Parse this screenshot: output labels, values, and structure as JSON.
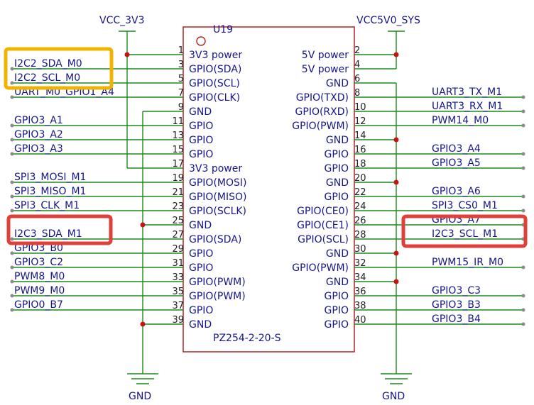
{
  "component": {
    "ref": "U19",
    "part": "PZ254-2-20-S"
  },
  "colors": {
    "wire": "#1c8a1c",
    "body": "#b02424",
    "text": "#16168a",
    "pin_number": "#222222",
    "junction": "#c41414",
    "highlight_orange": "#f0b400",
    "highlight_red": "#e0403a"
  },
  "power": {
    "vcc3v3": "VCC_3V3",
    "vcc5v0": "VCC5V0_SYS",
    "gnd_left": "GND",
    "gnd_right": "GND"
  },
  "left_pins": [
    {
      "num": "1",
      "name": "3V3 power",
      "net": ""
    },
    {
      "num": "3",
      "name": "GPIO(SDA)",
      "net": "I2C2_SDA_M0"
    },
    {
      "num": "5",
      "name": "GPIO(SCL)",
      "net": "I2C2_SCL_M0"
    },
    {
      "num": "7",
      "name": "GPIO(CLK)",
      "net": "UART_M0_GPIO1_A4"
    },
    {
      "num": "9",
      "name": "GND",
      "net": ""
    },
    {
      "num": "11",
      "name": "GPIO",
      "net": "GPIO3_A1"
    },
    {
      "num": "13",
      "name": "GPIO",
      "net": "GPIO3_A2"
    },
    {
      "num": "15",
      "name": "GPIO",
      "net": "GPIO3_A3"
    },
    {
      "num": "17",
      "name": "3V3 power",
      "net": ""
    },
    {
      "num": "19",
      "name": "GPIO(MOSI)",
      "net": "SPI3_MOSI_M1"
    },
    {
      "num": "21",
      "name": "GPIO(MISO)",
      "net": "SPI3_MISO_M1"
    },
    {
      "num": "23",
      "name": "GPIO(SCLK)",
      "net": "SPI3_CLK_M1"
    },
    {
      "num": "25",
      "name": "GND",
      "net": ""
    },
    {
      "num": "27",
      "name": "GPIO(SDA)",
      "net": "I2C3_SDA_M1"
    },
    {
      "num": "29",
      "name": "GPIO",
      "net": "GPIO3_B0"
    },
    {
      "num": "31",
      "name": "GPIO",
      "net": "GPIO3_C2"
    },
    {
      "num": "33",
      "name": "GPIO(PWM)",
      "net": "PWM8_M0"
    },
    {
      "num": "35",
      "name": "GPIO(PWM)",
      "net": "PWM9_M0"
    },
    {
      "num": "37",
      "name": "GPIO",
      "net": "GPIO0_B7"
    },
    {
      "num": "39",
      "name": "GND",
      "net": ""
    }
  ],
  "right_pins": [
    {
      "num": "2",
      "name": "5V power",
      "net": ""
    },
    {
      "num": "4",
      "name": "5V power",
      "net": ""
    },
    {
      "num": "6",
      "name": "GND",
      "net": ""
    },
    {
      "num": "8",
      "name": "GPIO(TXD)",
      "net": "UART3_TX_M1"
    },
    {
      "num": "10",
      "name": "GPIO(RXD)",
      "net": "UART3_RX_M1"
    },
    {
      "num": "12",
      "name": "GPIO(PWM)",
      "net": "PWM14_M0"
    },
    {
      "num": "14",
      "name": "GND",
      "net": ""
    },
    {
      "num": "16",
      "name": "GPIO",
      "net": "GPIO3_A4"
    },
    {
      "num": "18",
      "name": "GPIO",
      "net": "GPIO3_A5"
    },
    {
      "num": "20",
      "name": "GND",
      "net": ""
    },
    {
      "num": "22",
      "name": "GPIO",
      "net": "GPIO3_A6"
    },
    {
      "num": "24",
      "name": "GPIO(CE0)",
      "net": "SPI3_CS0_M1"
    },
    {
      "num": "26",
      "name": "GPIO(CE1)",
      "net": "GPIO3_A7"
    },
    {
      "num": "28",
      "name": "GPIO(SCL)",
      "net": "I2C3_SCL_M1"
    },
    {
      "num": "30",
      "name": "GND",
      "net": ""
    },
    {
      "num": "32",
      "name": "GPIO(PWM)",
      "net": "PWM15_IR_M0"
    },
    {
      "num": "34",
      "name": "GND",
      "net": ""
    },
    {
      "num": "36",
      "name": "GPIO",
      "net": "GPIO3_C3"
    },
    {
      "num": "38",
      "name": "GPIO",
      "net": "GPIO3_B3"
    },
    {
      "num": "40",
      "name": "GPIO",
      "net": "GPIO3_B4"
    }
  ]
}
